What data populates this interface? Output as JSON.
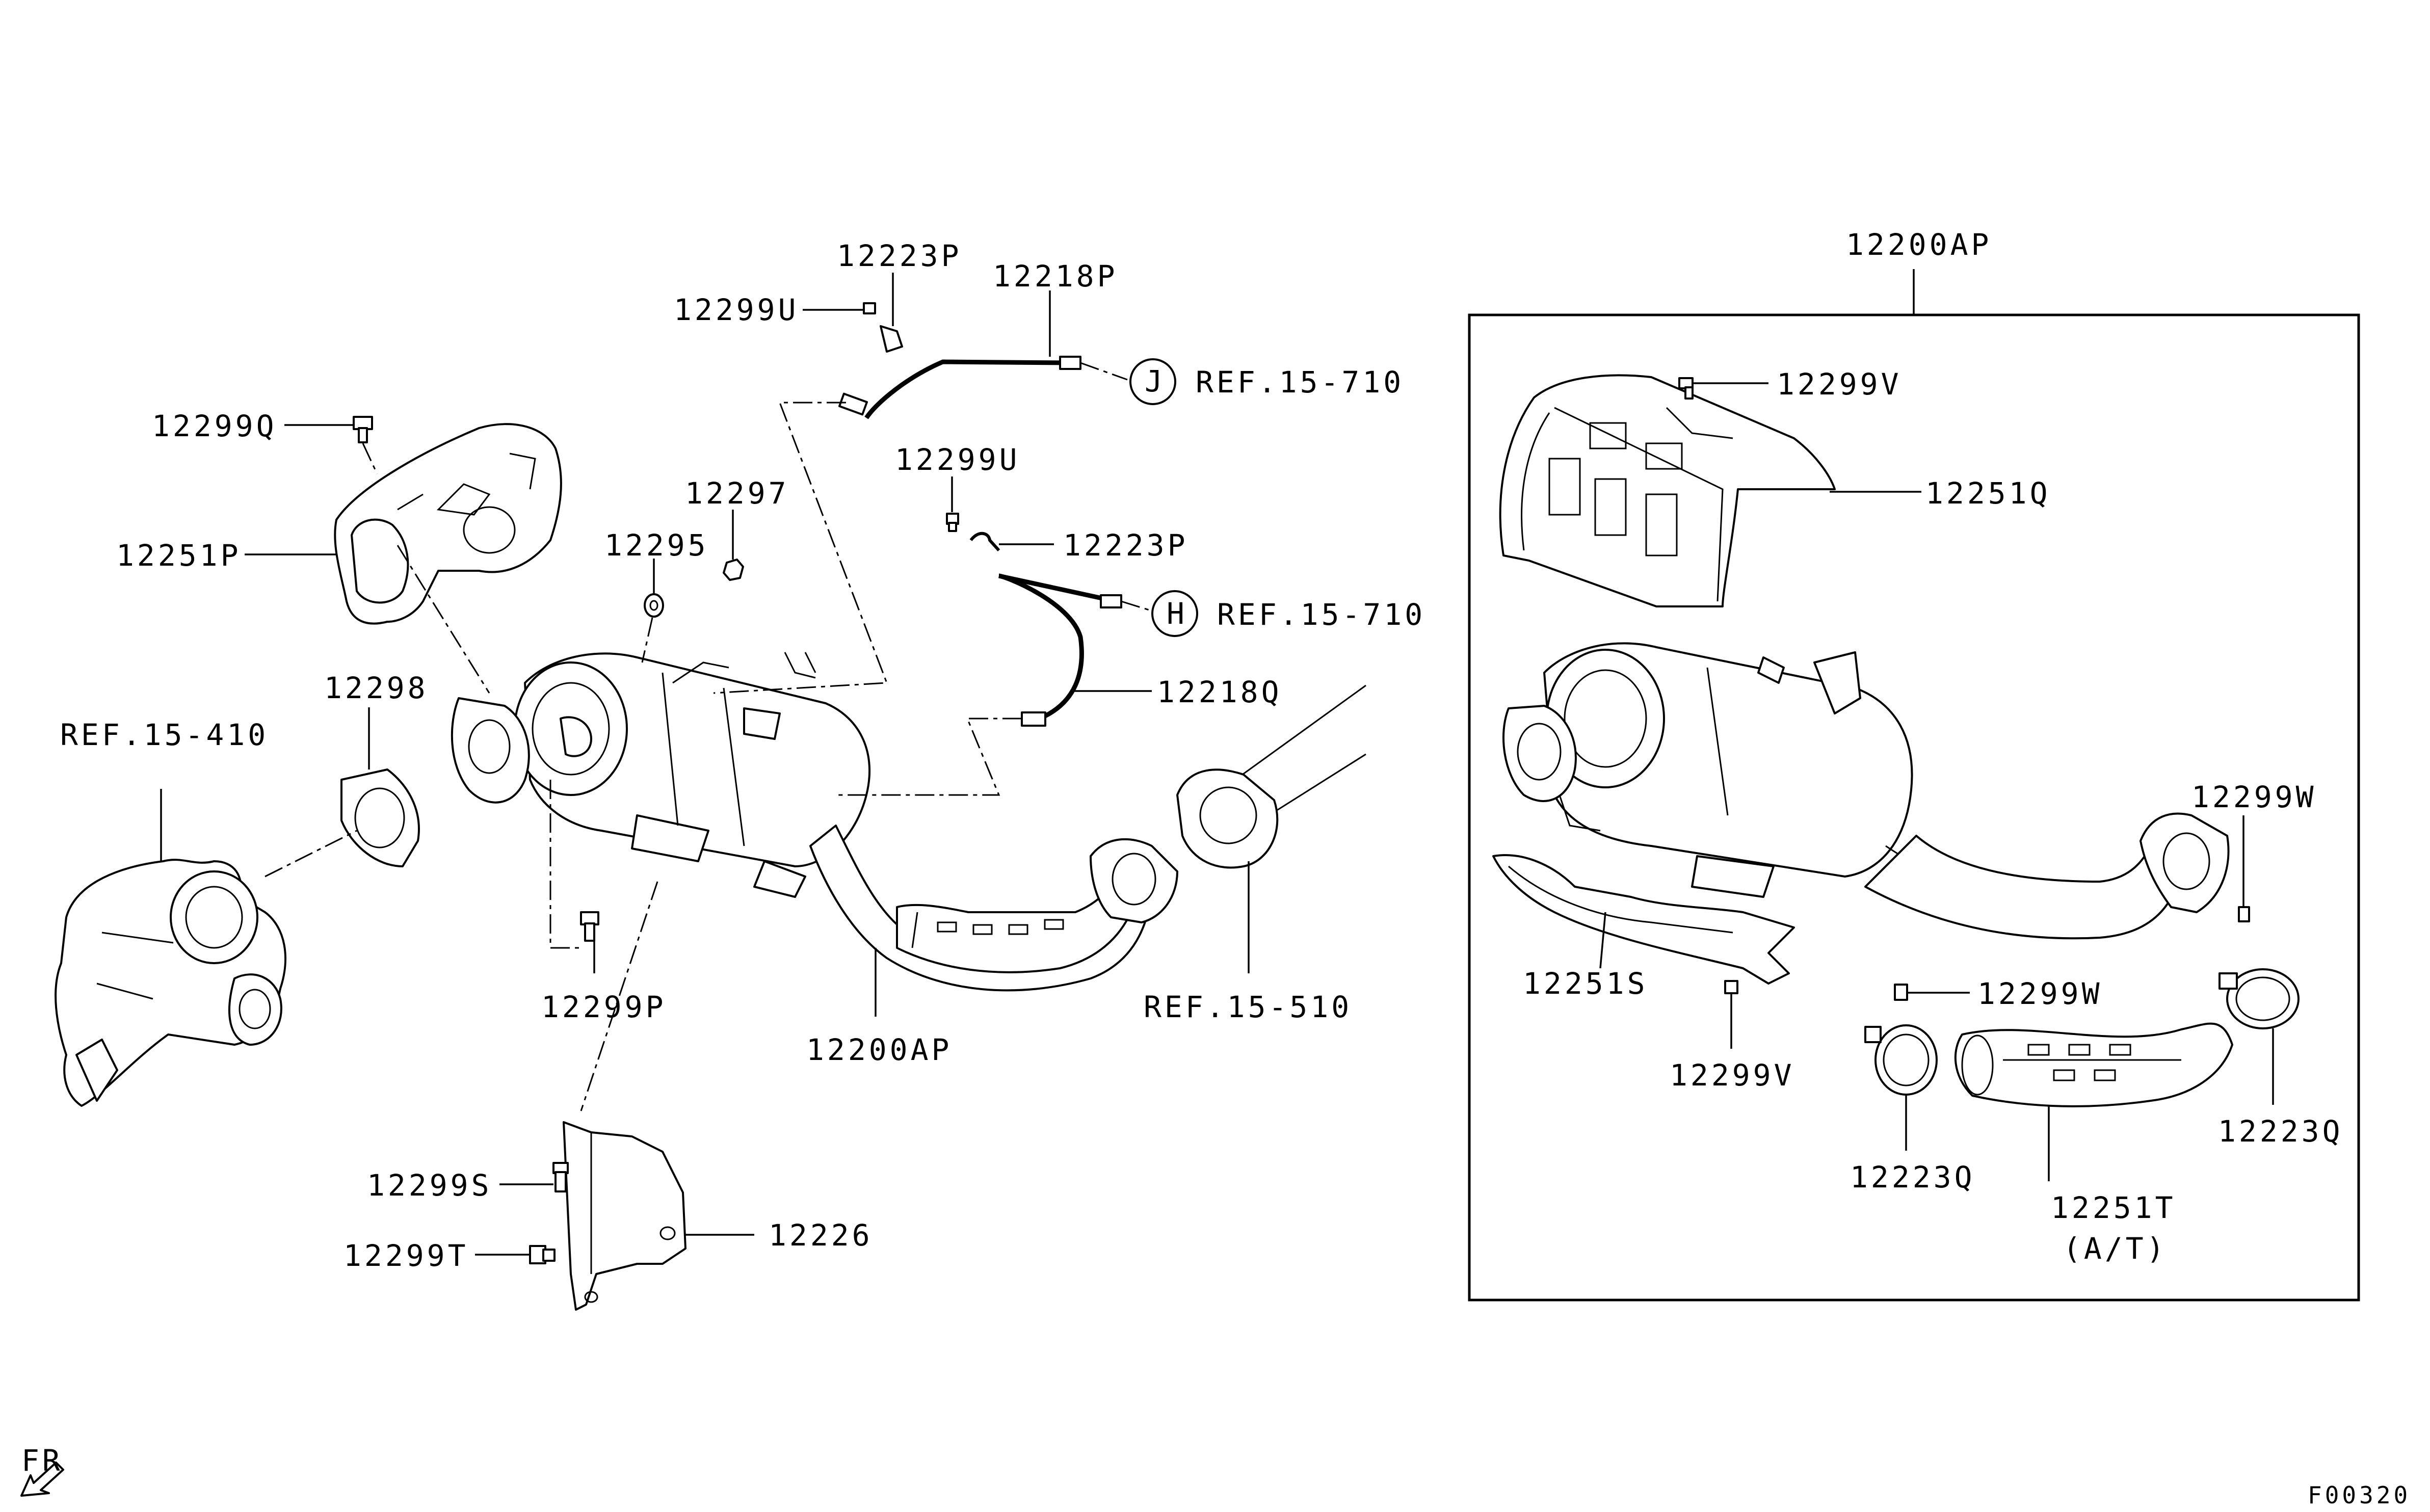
{
  "labels": {
    "p12223P_top": "12223P",
    "p12218P": "12218P",
    "p12299U_top": "12299U",
    "ref_J_letter": "J",
    "ref_J": "REF.15-710",
    "p12299Q": "12299Q",
    "p12299U_mid": "12299U",
    "p12297": "12297",
    "p12295": "12295",
    "p12223P_mid": "12223P",
    "p12251P": "12251P",
    "ref_H_letter": "H",
    "ref_H": "REF.15-710",
    "p12218Q": "12218Q",
    "p12298": "12298",
    "ref_410": "REF.15-410",
    "p12299P": "12299P",
    "p12200AP_main": "12200AP",
    "ref_510": "REF.15-510",
    "p12299S": "12299S",
    "p12226": "12226",
    "p12299T": "12299T",
    "fr": "FR",
    "p12200AP_box": "12200AP",
    "p12299V_top": "12299V",
    "p12251Q": "12251Q",
    "p12299W_right": "12299W",
    "p12251S": "12251S",
    "p12299W_mid": "12299W",
    "p12299V_bottom": "12299V",
    "p12223Q_left": "12223Q",
    "p12251T": "12251T",
    "at_note": "(A/T)",
    "p12223Q_right": "12223Q",
    "figure_code": "F00320"
  }
}
